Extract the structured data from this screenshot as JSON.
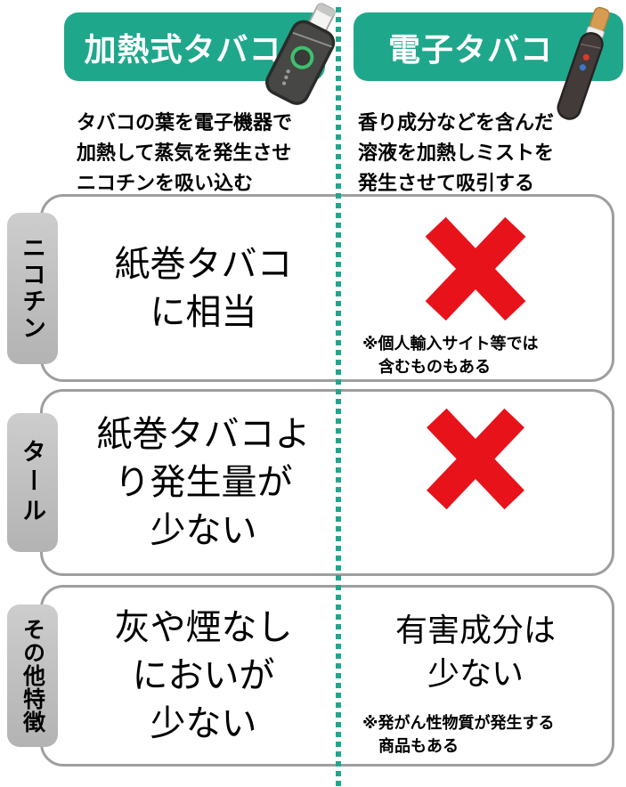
{
  "colors": {
    "teal": "#1FA78C",
    "red": "#E8121A",
    "border-gray": "#9E9E9E",
    "tab-top": "#CDCDCD",
    "tab-bottom": "#B3B3B3",
    "ink": "#000000"
  },
  "header": {
    "left": {
      "title": "加熱式タバコ",
      "icon": "heated-tobacco-device-icon",
      "description": "タバコの葉を電子機器で\n加熱して蒸気を発生させ\nニコチンを吸い込む"
    },
    "right": {
      "title": "電子タバコ",
      "icon": "vape-pen-icon",
      "description": "香り成分などを含んだ\n溶液を加熱しミストを\n発生させて吸引する"
    }
  },
  "rows": [
    {
      "label": "ニコチン",
      "left_text": "紙巻タバコ\nに相当",
      "right": {
        "mark": "red-x",
        "note": "※個人輸入サイト等では\n　含むものもある"
      }
    },
    {
      "label": "タール",
      "left_text": "紙巻タバコよ\nり発生量が\n少ない",
      "right": {
        "mark": "red-x"
      }
    },
    {
      "label": "その他特徴",
      "left_text": "灰や煙なし\nにおいが\n少ない",
      "right": {
        "text": "有害成分は\n少ない",
        "note": "※発がん性物質が発生する\n　商品もある"
      }
    }
  ]
}
